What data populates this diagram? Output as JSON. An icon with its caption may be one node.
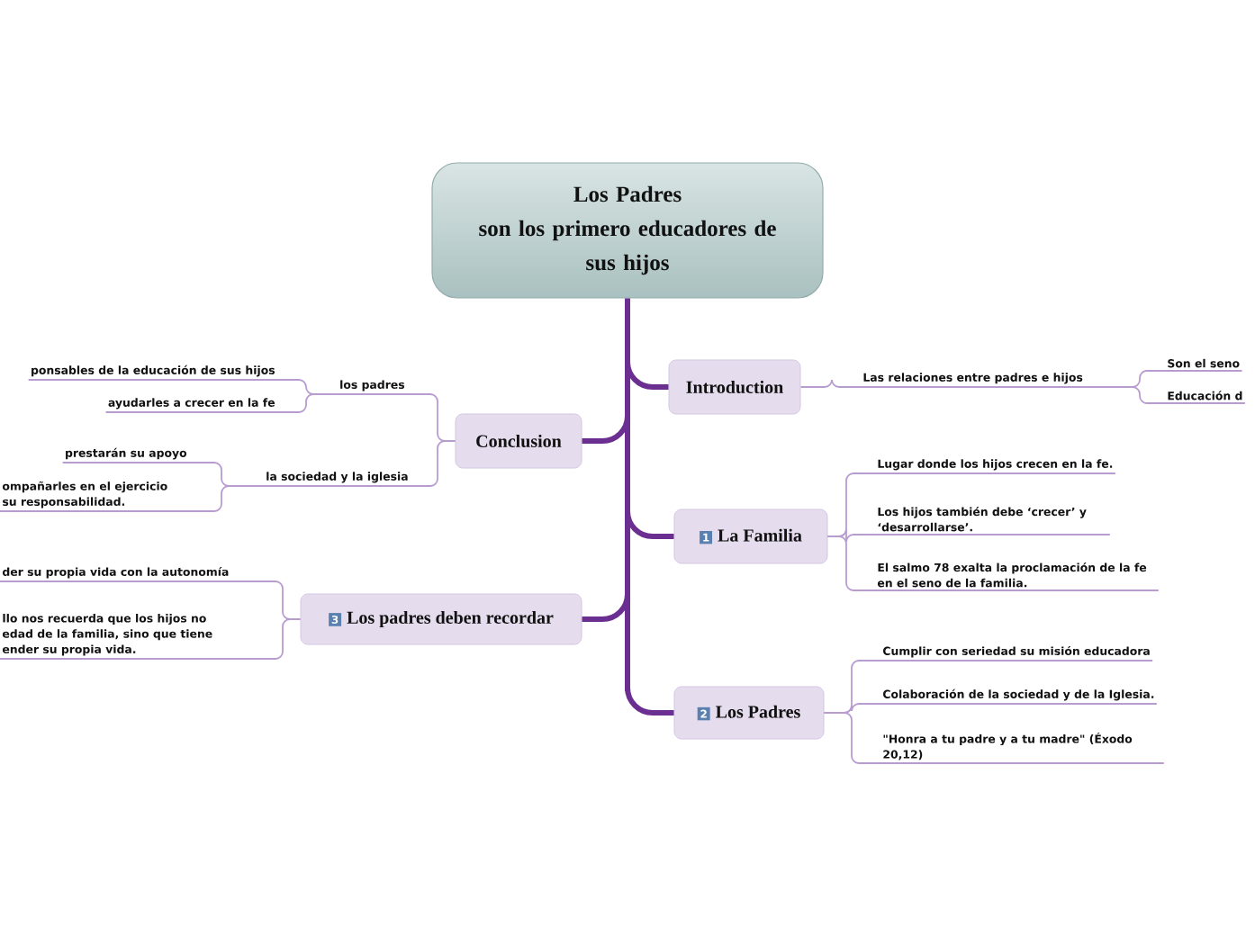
{
  "diagram": {
    "nodes": [
      {
        "text": [
          "Los Padres",
          "son los primero educadores de sus hijos"
        ]
      },
      {
        "text": [
          "Introduction"
        ]
      },
      {
        "text": [
          "Las relaciones entre padres e hijos"
        ]
      },
      {
        "text": [
          "Son el seno"
        ]
      },
      {
        "text": [
          "Educación d"
        ]
      },
      {
        "text": [
          "Conclusion"
        ]
      },
      {
        "text": [
          "los padres"
        ]
      },
      {
        "text": [
          "ponsables de la educación de sus hijos"
        ]
      },
      {
        "text": [
          "ayudarles a crecer en la fe"
        ]
      },
      {
        "text": [
          "la sociedad y la iglesia"
        ]
      },
      {
        "text": [
          "prestarán su apoyo"
        ]
      },
      {
        "text": [
          "ompañarles en el ejercicio su responsabilidad."
        ]
      },
      {
        "text": [
          "1",
          "La Familia"
        ]
      },
      {
        "text": [
          "Lugar donde los hijos crecen en la fe."
        ]
      },
      {
        "text": [
          "Los hijos también debe ‘crecer’ y ‘desarrollarse’."
        ]
      },
      {
        "text": [
          "El salmo 78 exalta la proclamación de la fe en el seno de la familia."
        ]
      },
      {
        "text": [
          "3",
          "Los padres deben recordar"
        ]
      },
      {
        "text": [
          "der su propia vida con la autonomía"
        ]
      },
      {
        "text": [
          "llo nos recuerda que los hijos no edad de la familia, sino que tiene ender su propia vida."
        ]
      },
      {
        "text": [
          "2",
          "Los Padres"
        ]
      },
      {
        "text": [
          "Cumplir con seriedad su misión educadora"
        ]
      },
      {
        "text": [
          "Colaboración de la sociedad y de la Iglesia."
        ]
      },
      {
        "text": [
          "\"Honra a tu padre y a tu madre\" (Éxodo 20,12)"
        ]
      }
    ],
    "edges": [
      {
        "from": 0,
        "to": 1,
        "arrow": "none",
        "style": "thick",
        "color": "#6b2f91"
      },
      {
        "from": 0,
        "to": 5,
        "arrow": "none",
        "style": "thick",
        "color": "#6b2f91"
      },
      {
        "from": 0,
        "to": 12,
        "arrow": "none",
        "style": "thick",
        "color": "#6b2f91"
      },
      {
        "from": 0,
        "to": 16,
        "arrow": "none",
        "style": "thick",
        "color": "#6b2f91"
      },
      {
        "from": 0,
        "to": 19,
        "arrow": "none",
        "style": "thick",
        "color": "#6b2f91"
      },
      {
        "from": 1,
        "to": 2,
        "arrow": "none"
      },
      {
        "from": 2,
        "to": 3,
        "arrow": "none"
      },
      {
        "from": 2,
        "to": 4,
        "arrow": "none"
      },
      {
        "from": 5,
        "to": 6,
        "arrow": "none"
      },
      {
        "from": 6,
        "to": 7,
        "arrow": "none"
      },
      {
        "from": 6,
        "to": 8,
        "arrow": "none"
      },
      {
        "from": 5,
        "to": 9,
        "arrow": "none"
      },
      {
        "from": 9,
        "to": 10,
        "arrow": "none"
      },
      {
        "from": 9,
        "to": 11,
        "arrow": "none"
      },
      {
        "from": 12,
        "to": 13,
        "arrow": "none"
      },
      {
        "from": 12,
        "to": 14,
        "arrow": "none"
      },
      {
        "from": 12,
        "to": 15,
        "arrow": "none"
      },
      {
        "from": 16,
        "to": 17,
        "arrow": "none"
      },
      {
        "from": 16,
        "to": 18,
        "arrow": "none"
      },
      {
        "from": 19,
        "to": 20,
        "arrow": "none"
      },
      {
        "from": 19,
        "to": 21,
        "arrow": "none"
      },
      {
        "from": 19,
        "to": 22,
        "arrow": "none"
      }
    ]
  }
}
